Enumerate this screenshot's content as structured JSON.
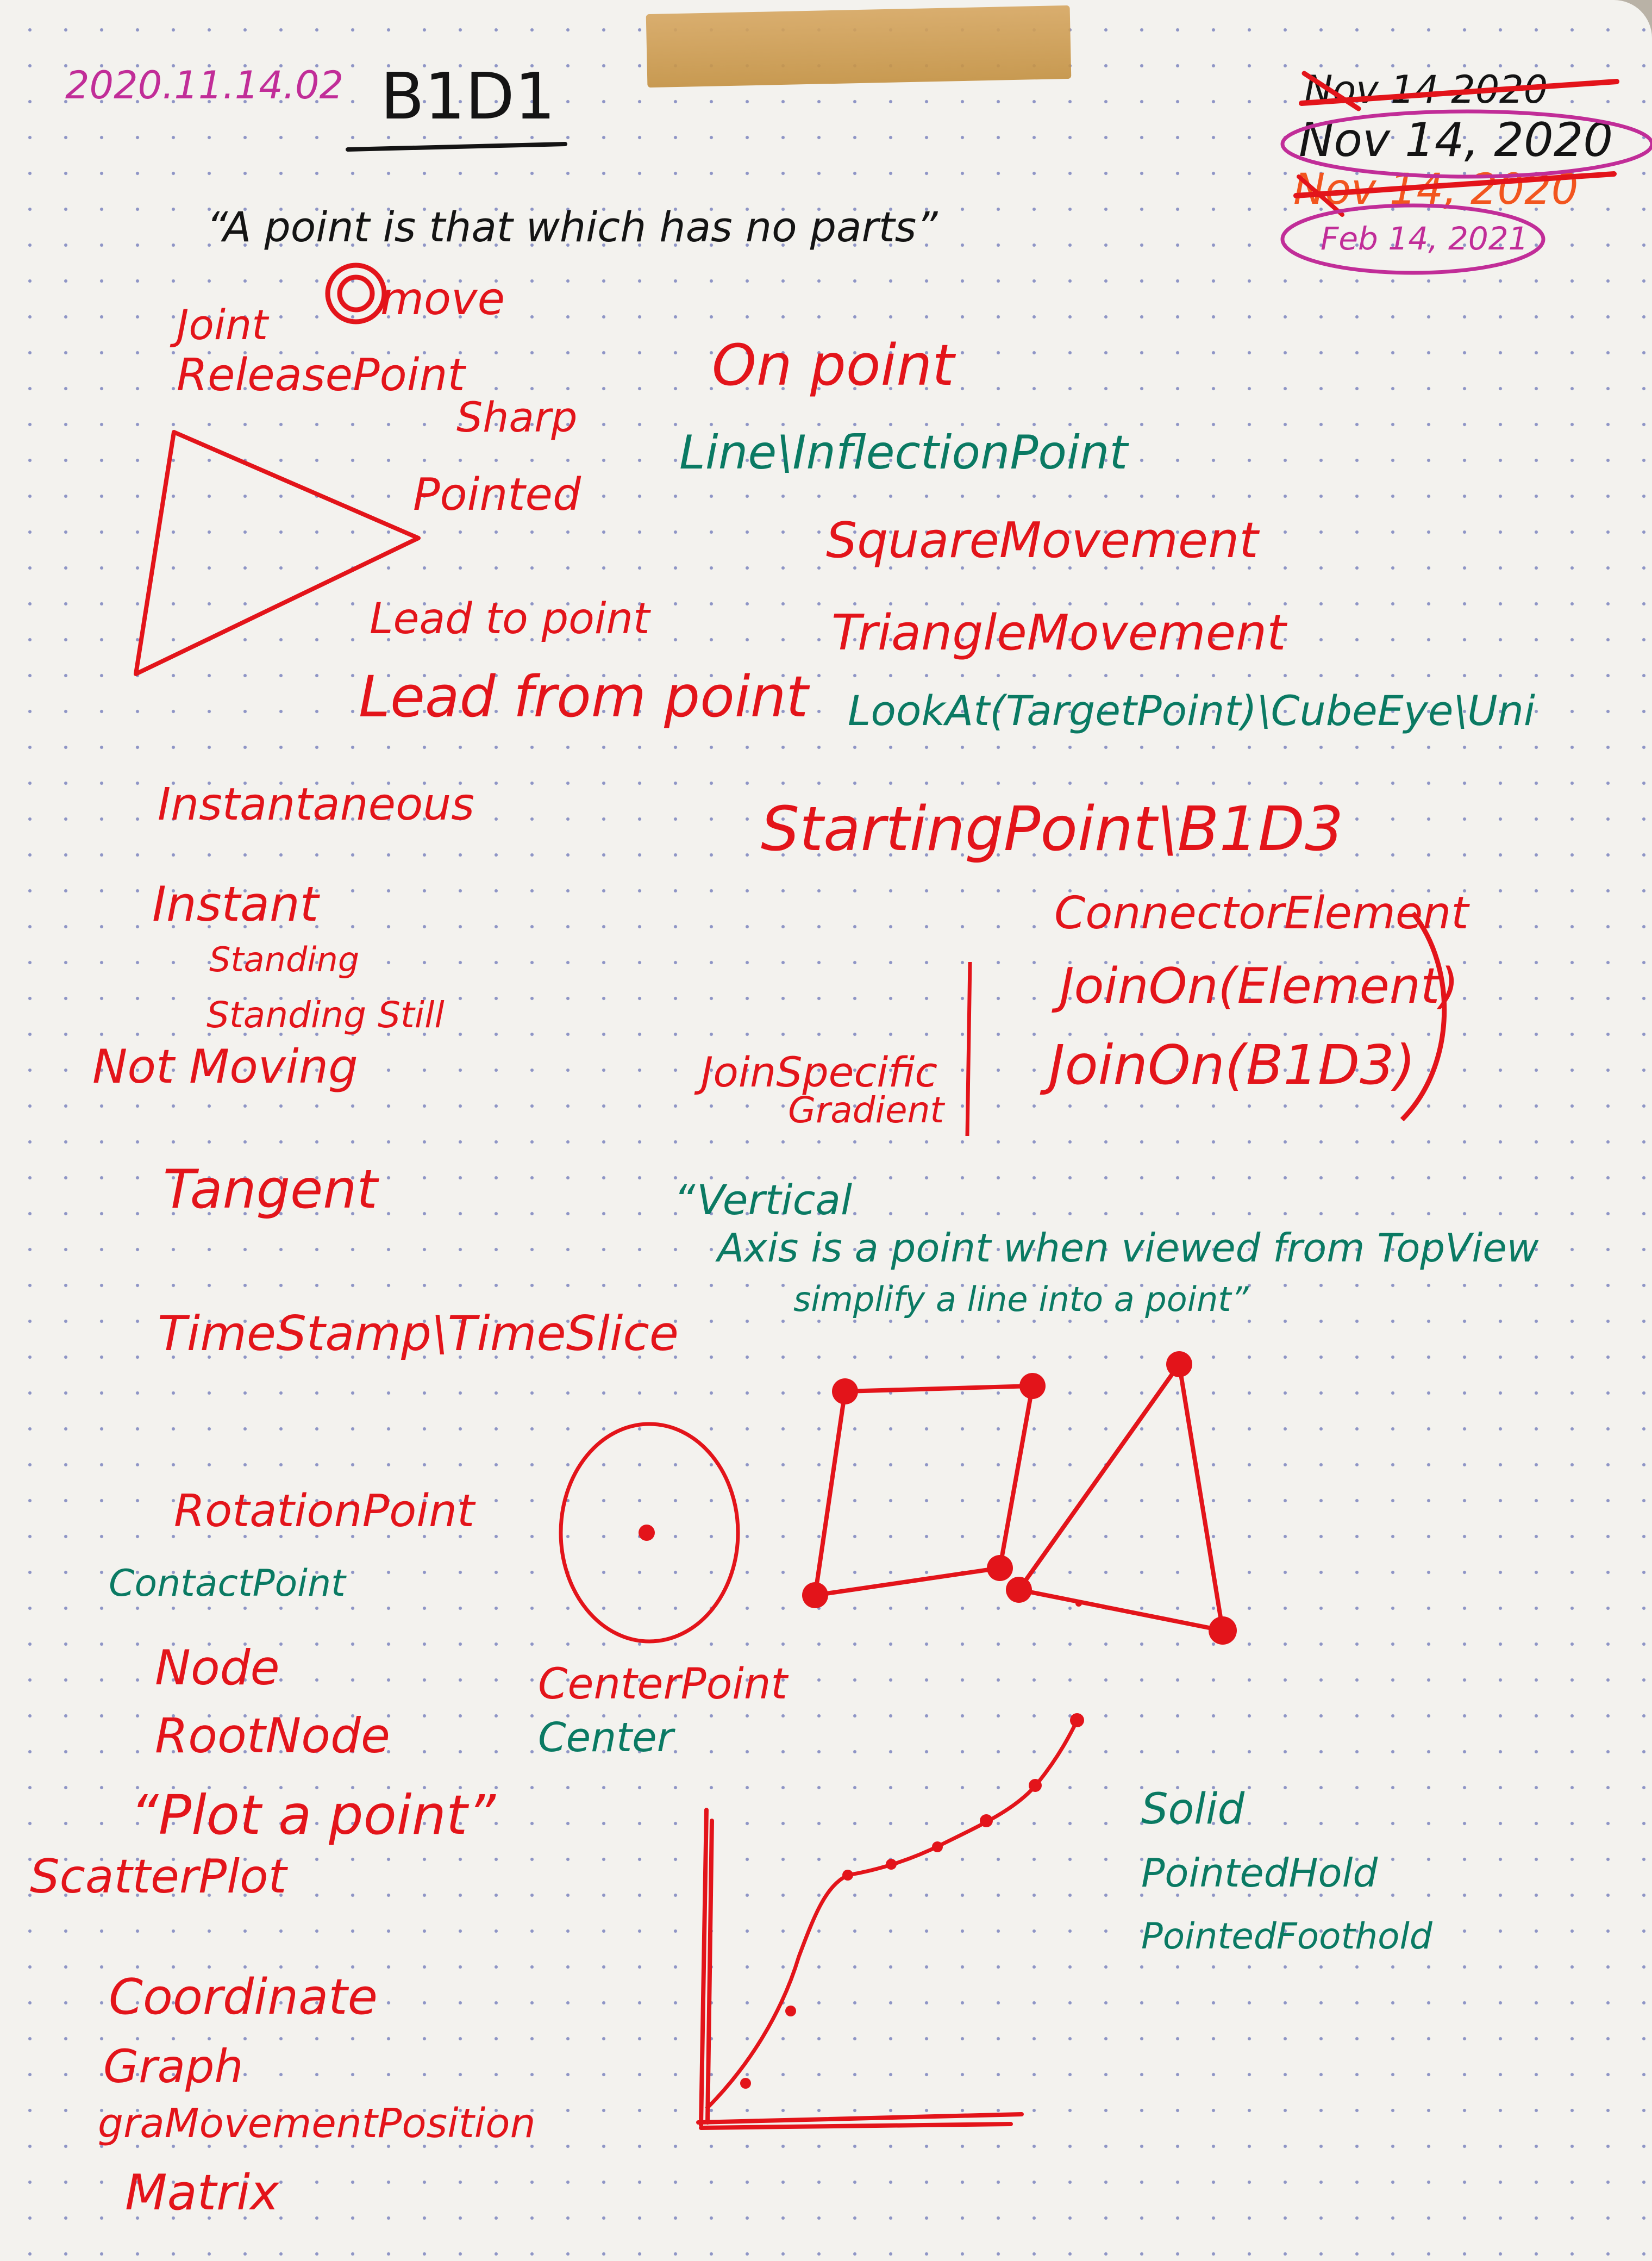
{
  "header": {
    "date_stamp": "2020.11.14.02",
    "title": "B1D1",
    "quote": "“A point is that which has no parts”"
  },
  "dates": {
    "crossed_1": "Nov 14 2020",
    "crossed_2": "Nov 14, 2020",
    "crossed_3": "Nov 14, 2020",
    "circled": "Feb 14, 2021"
  },
  "left_column": {
    "move": "move",
    "joint": "Joint",
    "release_point": "ReleasePoint",
    "sharp": "Sharp",
    "pointed": "Pointed",
    "lead_to_point": "Lead to point",
    "lead_from_point": "Lead from point",
    "instantaneous": "Instantaneous",
    "instant": "Instant",
    "standing": "Standing",
    "standing_still": "Standing Still",
    "not_moving": "Not Moving",
    "tangent": "Tangent",
    "timestamp": "TimeStamp\\TimeSlice",
    "rotation_point": "RotationPoint",
    "contact_point": "ContactPoint",
    "node": "Node",
    "root_node": "RootNode",
    "plot_a_point": "“Plot a point”",
    "scatter_plot": "ScatterPlot",
    "coordinate": "Coordinate",
    "graph": "Graph",
    "movement_position": "graMovementPosition",
    "matrix": "Matrix"
  },
  "right_column": {
    "on_point": "On point",
    "line_inflection": "Line\\InflectionPoint",
    "square_movement": "SquareMovement",
    "triangle_movement": "TriangleMovement",
    "look_at": "LookAt(TargetPoint)\\CubeEye\\Uni",
    "starting_point": "StartingPoint\\B1D3",
    "connector_element": "ConnectorElement",
    "join_on_element": "JoinOn(Element)",
    "join_on_b1d3": "JoinOn(B1D3)",
    "join_specific": "JoinSpecific",
    "gradient": "Gradient",
    "vertical": "“Vertical",
    "axis_point": "Axis is a point when viewed from TopView",
    "simplify": "simplify a line into a point”",
    "center_point": "CenterPoint",
    "center": "Center",
    "solid": "Solid",
    "pointed_hold": "PointedHold",
    "pointed_foothold": "PointedFoothold"
  },
  "colors": {
    "red_ink": "#e3141a",
    "green_ink": "#0a7a63",
    "black_ink": "#141414",
    "magenta_ink": "#c12d98",
    "orange_ink": "#f2551e",
    "paper": "#f3f2ee",
    "dots": "#8e95c6",
    "tape": "#c99a4e"
  }
}
